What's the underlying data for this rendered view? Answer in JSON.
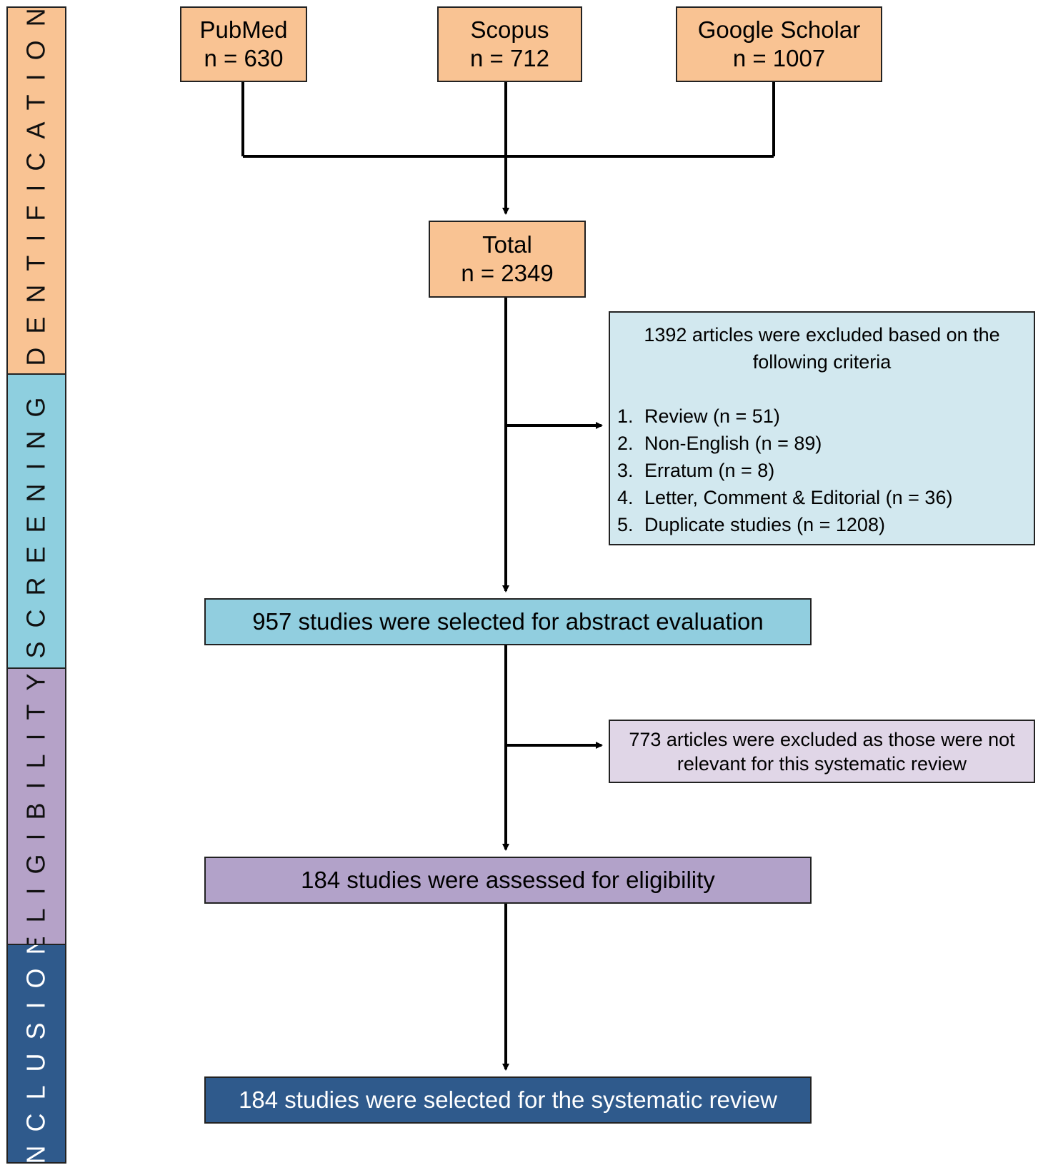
{
  "phases": {
    "identification": "IDENTIFICATION",
    "screening": "SCREENING",
    "eligibility": "ELIGIBILITY",
    "inclusion": "INCLUSION"
  },
  "sources": {
    "pubmed": {
      "name": "PubMed",
      "count": "n = 630"
    },
    "scopus": {
      "name": "Scopus",
      "count": "n = 712"
    },
    "google_scholar": {
      "name": "Google Scholar",
      "count": "n = 1007"
    }
  },
  "total": {
    "label": "Total",
    "count": "n = 2349"
  },
  "exclusion_screening": {
    "lead": "1392 articles were excluded based on the following criteria",
    "criteria": [
      {
        "num": "1.",
        "text": "Review (n = 51)"
      },
      {
        "num": "2.",
        "text": "Non-English (n = 89)"
      },
      {
        "num": "3.",
        "text": "Erratum (n = 8)"
      },
      {
        "num": "4.",
        "text": "Letter, Comment & Editorial (n = 36)"
      },
      {
        "num": "5.",
        "text": "Duplicate studies (n = 1208)"
      }
    ]
  },
  "abstract_evaluation": "957 studies were selected for abstract evaluation",
  "exclusion_eligibility": "773 articles were excluded as those were not relevant for this systematic review",
  "eligibility_assessment": "184 studies were assessed for eligibility",
  "inclusion_final": "184 studies were selected for the systematic review"
}
